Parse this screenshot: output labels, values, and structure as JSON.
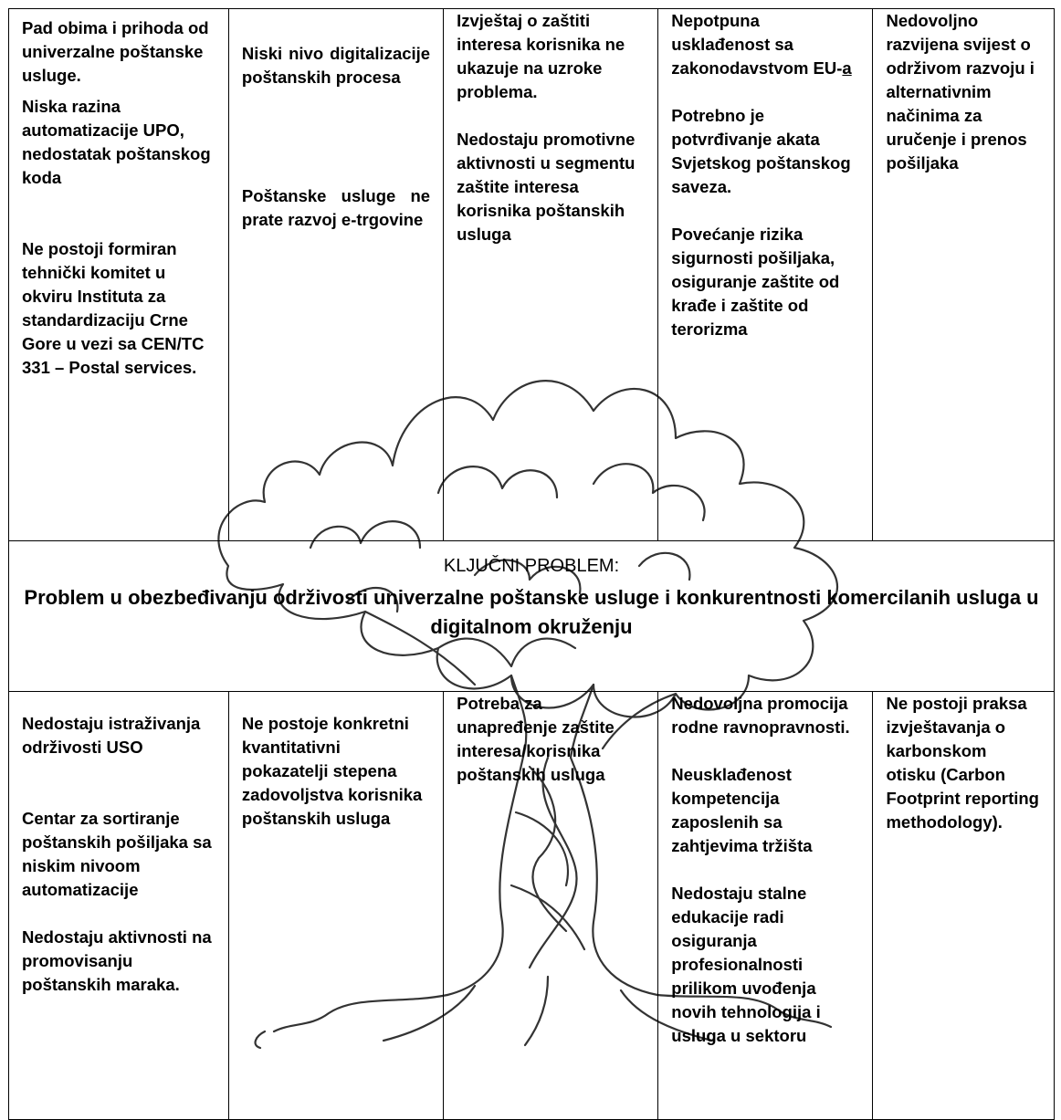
{
  "top_row": {
    "col1": [
      "Pad obima i prihoda od univerzalne poštanske usluge.",
      "Niska razina automatizacije UPO, nedostatak poštanskog koda",
      "Ne postoji formiran tehnički komitet u okviru Instituta za standardizaciju Crne Gore u vezi sa CEN/TC 331 – Postal services."
    ],
    "col2": [
      "Niski nivo digitalizacije poštanskih procesa",
      "Poštanske usluge ne prate razvoj e-trgovine"
    ],
    "col3": [
      "Izvještaj o zaštiti interesa korisnika ne ukazuje na uzroke problema.",
      "Nedostaju promotivne aktivnosti u segmentu zaštite interesa korisnika poštanskih usluga"
    ],
    "col4": [
      "Nepotpuna usklađenost sa zakonodavstvom EU-",
      "a",
      "Potrebno je potvrđivanje akata Svjetskog poštanskog saveza.",
      "Povećanje rizika sigurnosti pošiljaka, osiguranje zaštite od krađe i zaštite od terorizma"
    ],
    "col5": [
      "Nedovoljno razvijena svijest o održivom razvoju i alternativnim načinima za uručenje i prenos pošiljaka"
    ]
  },
  "key_problem": {
    "title": "KLJUČNI PROBLEM:",
    "text": "Problem u obezbeđivanju održivosti univerzalne poštanske usluge i konkurentnosti komercilanih usluga u digitalnom okruženju"
  },
  "bottom_row": {
    "col1": [
      "Nedostaju istraživanja održivosti USO",
      "Centar za sortiranje poštanskih pošiljaka sa niskim nivoom automatizacije",
      "Nedostaju aktivnosti na promovisanju poštanskih maraka."
    ],
    "col2": [
      "Ne postoje konkretni kvantitativni pokazatelji stepena zadovoljstva korisnika poštanskih usluga"
    ],
    "col3": [
      "Potreba za unapređenje zaštite interesa/korisnika poštanskih usluga"
    ],
    "col4": [
      "Nedovoljna promocija rodne ravnopravnosti.",
      "Neusklađenost kompetencija zaposlenih sa zahtjevima tržišta",
      "Nedostaju stalne edukacije radi osiguranja profesionalnosti prilikom uvođenja novih tehnologija i usluga u sektoru"
    ],
    "col5": [
      "Ne postoji praksa izvještavanja o karbonskom otisku (Carbon Footprint reporting methodology)."
    ]
  },
  "icons": {
    "background": "tree-illustration-icon"
  },
  "colors": {
    "border": "#000000",
    "text": "#000000",
    "tree_line": "#333333"
  }
}
